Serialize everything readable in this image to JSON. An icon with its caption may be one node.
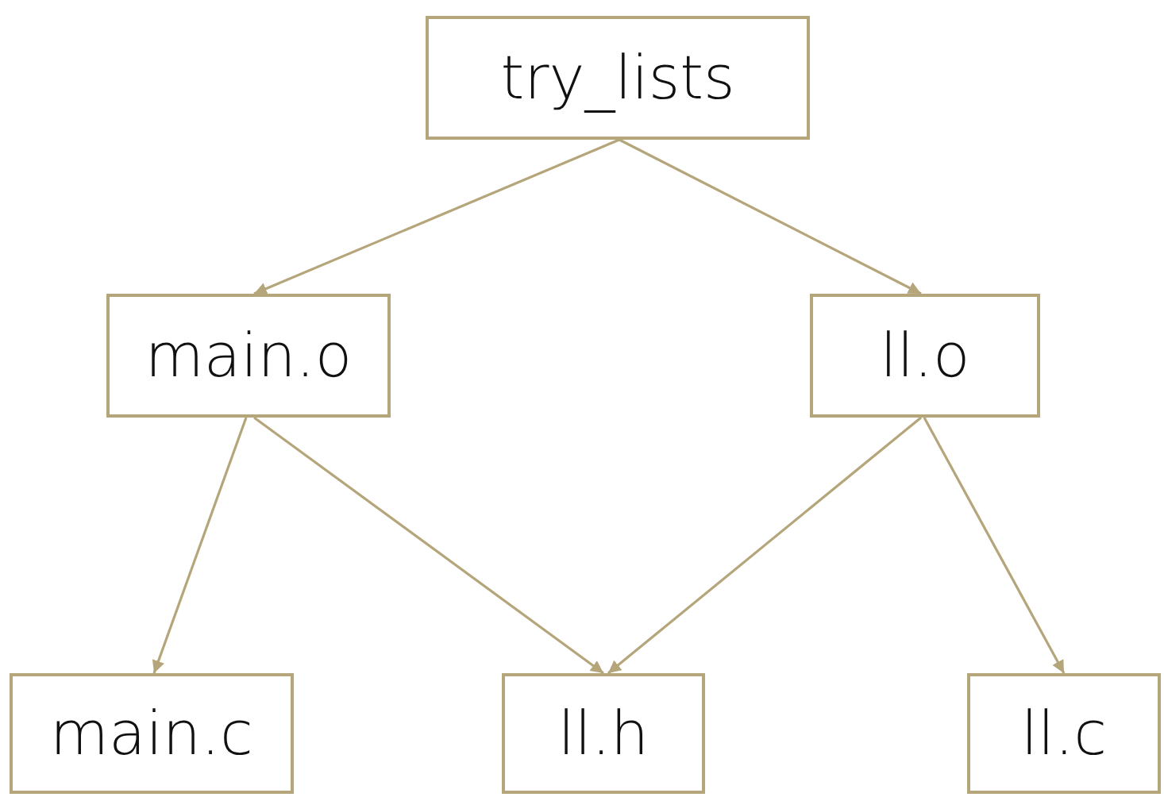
{
  "diagram": {
    "nodes": [
      {
        "text": [
          "try_lists"
        ]
      },
      {
        "text": [
          "main.o"
        ]
      },
      {
        "text": [
          "ll.o"
        ]
      },
      {
        "text": [
          "main.c"
        ]
      },
      {
        "text": [
          "ll.h"
        ]
      },
      {
        "text": [
          "ll.c"
        ]
      }
    ],
    "edges": [
      {
        "from": 0,
        "to": 1,
        "arrow": "to"
      },
      {
        "from": 0,
        "to": 2,
        "arrow": "to"
      },
      {
        "from": 1,
        "to": 3,
        "arrow": "to"
      },
      {
        "from": 1,
        "to": 4,
        "arrow": "to"
      },
      {
        "from": 2,
        "to": 4,
        "arrow": "to"
      },
      {
        "from": 2,
        "to": 5,
        "arrow": "to"
      }
    ]
  }
}
